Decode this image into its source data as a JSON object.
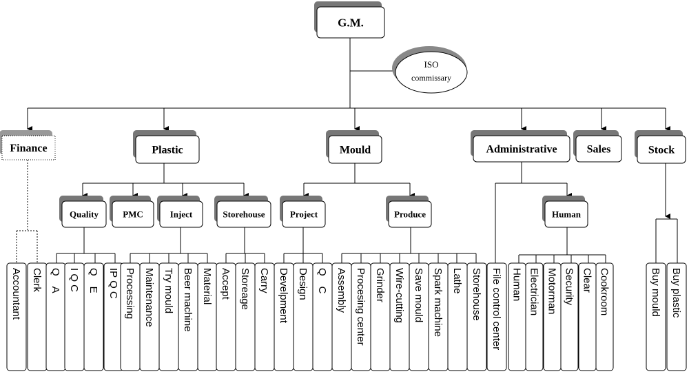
{
  "root": {
    "label": "G.M."
  },
  "iso": {
    "line1": "ISO",
    "line2": "commissary"
  },
  "departments": {
    "finance": "Finance",
    "plastic": "Plastic",
    "mould": "Mould",
    "administrative": "Administrative",
    "sales": "Sales",
    "stock": "Stock"
  },
  "subunits": {
    "quality": "Quality",
    "pmc": "PMC",
    "inject": "Inject",
    "storehouse": "Storehouse",
    "project": "Project",
    "produce": "Produce",
    "human": "Human"
  },
  "leaves": {
    "finance": [
      "Accountant",
      "Clerk"
    ],
    "quality": [
      "Q　A",
      "I Q C",
      "Q　E",
      "IP Q C"
    ],
    "inject": [
      "Processing",
      "Maintenance",
      "Try mould",
      "Beer machine",
      "Material"
    ],
    "storehouse": [
      "Accept",
      "Storeage",
      "Carry"
    ],
    "project": [
      "Develpment",
      "Design",
      "Q　C"
    ],
    "produce": [
      "Assembly",
      "Procesing center",
      "Grinder",
      "Wire-cutting",
      "Save mould",
      "Spark machine",
      "Lathe",
      "Storehouse"
    ],
    "administrative": [
      "File control center"
    ],
    "human": [
      "Human",
      "Electrician",
      "Motorman",
      "Security",
      "Clear",
      "Cookroom"
    ],
    "stock": [
      "Buy mould",
      "Buy plastic"
    ]
  }
}
